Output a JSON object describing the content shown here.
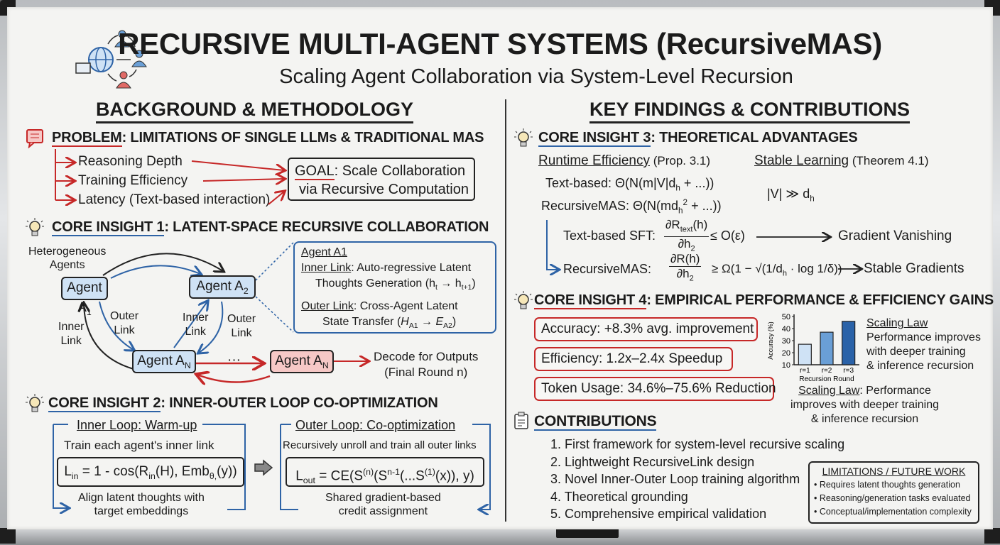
{
  "title": "RECURSIVE MULTI-AGENT SYSTEMS (RecursiveMAS)",
  "subtitle": "Scaling Agent Collaboration via System-Level Recursion",
  "left_section": {
    "title": "BACKGROUND & METHODOLOGY",
    "problem": {
      "label": "PROBLEM",
      "heading": ": LIMITATIONS OF SINGLE LLMs & TRADITIONAL MAS",
      "items": [
        "Reasoning Depth",
        "Training Efficiency",
        "Latency (Text-based interaction)"
      ],
      "goal_label": "GOAL",
      "goal_line1": ": Scale Collaboration",
      "goal_line2": "via Recursive Computation"
    },
    "insight1": {
      "label": "CORE INSIGHT 1",
      "heading": ": LATENT-SPACE RECURSIVE COLLABORATION",
      "heterogeneous": "Heterogeneous",
      "agents_word": "Agents",
      "agent_prefix": "Agent A",
      "a1_sub": "1",
      "a2_sub": "2",
      "an_sub": "N",
      "outer_link": "Outer\nLink",
      "inner_link": "Inner\nLink",
      "ellipsis": "···",
      "decode_line1": "Decode for Outputs",
      "decode_line2": "(Final Round n)",
      "detail_title": "Agent A1",
      "detail_inner_label": "Inner Link",
      "detail_inner_text": ": Auto-regressive Latent",
      "detail_inner_text2": "Thoughts Generation (h",
      "detail_inner_t": "t",
      "detail_inner_arrow": " → h",
      "detail_inner_t1": "t+1",
      "detail_close": ")",
      "detail_outer_label": "Outer Link",
      "detail_outer_text": ": Cross-Agent Latent",
      "detail_outer_text2": "State Transfer (",
      "detail_outer_H": "H",
      "detail_outer_Hs": "A1",
      "detail_outer_arrow": " → ",
      "detail_outer_E": "E",
      "detail_outer_Es": "A2"
    },
    "insight2": {
      "label": "CORE INSIGHT 2",
      "heading": ": INNER-OUTER LOOP CO-OPTIMIZATION",
      "inner_title": "Inner Loop: Warm-up",
      "inner_desc": "Train each agent's inner link",
      "inner_formula": [
        [
          "L",
          ""
        ],
        [
          "in",
          "sub"
        ],
        [
          " = 1 - cos(R",
          ""
        ],
        [
          "in",
          "sub"
        ],
        [
          "(H), Emb",
          ""
        ],
        [
          "θ,",
          "sub"
        ],
        [
          "(y))",
          ""
        ]
      ],
      "inner_note1": "Align latent thoughts with",
      "inner_note2": "target embeddings",
      "outer_title": "Outer Loop: Co-optimization",
      "outer_desc": "Recursively unroll and train all outer links",
      "outer_formula": [
        [
          "L",
          ""
        ],
        [
          "out",
          "sub"
        ],
        [
          " = CE(S",
          ""
        ],
        [
          "(n)",
          "sup"
        ],
        [
          "(S",
          ""
        ],
        [
          "n-1",
          "sup"
        ],
        [
          "(...S",
          ""
        ],
        [
          "(1)",
          "sup"
        ],
        [
          "(x)), y)",
          ""
        ]
      ],
      "outer_note1": "Shared gradient-based",
      "outer_note2": "credit assignment"
    }
  },
  "right_section": {
    "title": "KEY FINDINGS & CONTRIBUTIONS",
    "insight3": {
      "label": "CORE INSIGHT 3",
      "heading": ": THEORETICAL ADVANTAGES",
      "runtime_label": "Runtime Efficiency",
      "runtime_ref": " (Prop. 3.1)",
      "stable_label": "Stable Learning",
      "stable_ref": " (Theorem 4.1)",
      "text_based": [
        [
          "Text-based: Θ(N(m|V|d",
          ""
        ],
        [
          "h",
          "sub"
        ],
        [
          " + ...))",
          ""
        ]
      ],
      "recursive": [
        [
          "RecursiveMAS: Θ(N(md",
          ""
        ],
        [
          "h",
          "sub"
        ],
        [
          "2",
          "sup"
        ],
        [
          " + ...))",
          ""
        ]
      ],
      "v_relation": [
        [
          "|V| ≫ d",
          ""
        ],
        [
          "h",
          "sub"
        ]
      ],
      "sft_label": "Text-based SFT:",
      "sft_num": [
        [
          "∂R",
          ""
        ],
        [
          "text",
          "sub"
        ],
        [
          "(h)",
          ""
        ]
      ],
      "sft_den": [
        [
          "∂h",
          ""
        ],
        [
          "2",
          "sub"
        ]
      ],
      "sft_bound": "≤ O(ε)",
      "sft_result": "Gradient Vanishing",
      "rmas_label": "RecursiveMAS:",
      "rmas_num": [
        [
          "∂R(h)",
          ""
        ]
      ],
      "rmas_den": [
        [
          "∂h",
          ""
        ],
        [
          "2",
          "sub"
        ]
      ],
      "rmas_bound": [
        [
          "≥ Ω(1 − √(1/d",
          ""
        ],
        [
          "h",
          "sub"
        ],
        [
          " · log 1/δ))",
          ""
        ]
      ],
      "rmas_result": "Stable Gradients"
    },
    "insight4": {
      "label": "CORE INSIGHT 4",
      "heading": ": EMPIRICAL PERFORMANCE & EFFICIENCY GAINS",
      "accuracy": "Accuracy: +8.3% avg. improvement",
      "efficiency": "Efficiency: 1.2x–2.4x Speedup",
      "token": "Token Usage: 34.6%–75.6% Reduction",
      "scaling_label": "Scaling Law",
      "scaling_text1": "Performance improves",
      "scaling_text2": "with deeper training",
      "scaling_text3": "& inference recursion",
      "scaling2_text1": ": Performance",
      "scaling2_text2": "improves with deeper training",
      "scaling2_text3": "& inference recursion"
    },
    "contributions": {
      "title": "CONTRIBUTIONS",
      "items": [
        "1. First framework for system-level recursive scaling",
        "2. Lightweight RecursiveLink design",
        "3. Novel Inner-Outer Loop training algorithm",
        "4. Theoretical grounding",
        "5. Comprehensive empirical validation"
      ]
    },
    "limitations": {
      "title": "LIMITATIONS / FUTURE WORK",
      "items": [
        "• Requires latent thoughts generation",
        "• Reasoning/generation tasks evaluated",
        "• Conceptual/implementation complexity"
      ]
    }
  },
  "chart_data": {
    "type": "bar",
    "categories": [
      "r=1",
      "r=2",
      "r=3"
    ],
    "values": [
      27,
      37,
      46
    ],
    "xlabel": "Recursion Round",
    "ylabel": "Accuracy (%)",
    "ylim": [
      10,
      50
    ],
    "yticks": [
      10,
      20,
      30,
      40,
      50
    ],
    "colors": [
      "#cfe2f5",
      "#6a9fd6",
      "#2a62a8"
    ]
  },
  "colors": {
    "accent_red": "#c62828",
    "accent_blue": "#2e63a6",
    "agent_blue": "#cfe2f5",
    "agent_red": "#f6c8c6"
  }
}
